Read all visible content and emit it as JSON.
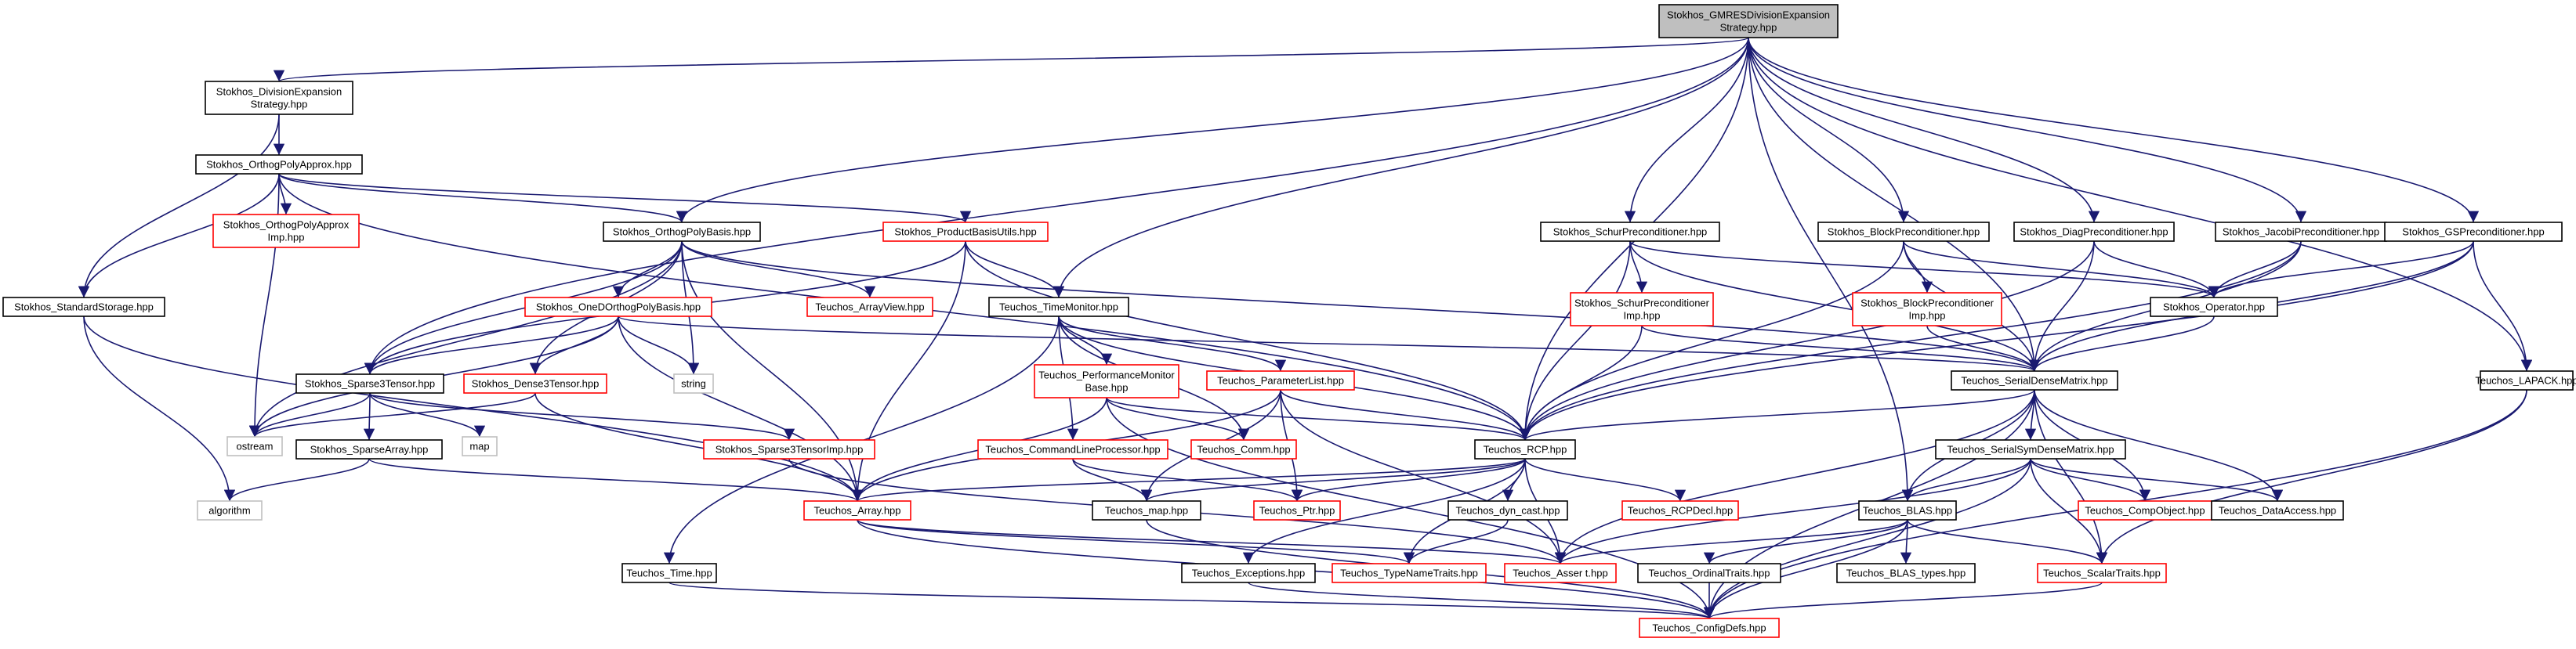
{
  "graph": {
    "nodes": [
      {
        "id": "root",
        "lines": [
          "Stokhos_GMRESDivisionExpansion",
          "Strategy.hpp"
        ],
        "style": "root"
      },
      {
        "id": "divexp",
        "lines": [
          "Stokhos_DivisionExpansion",
          "Strategy.hpp"
        ],
        "style": "black"
      },
      {
        "id": "orthopolyapprox",
        "lines": [
          "Stokhos_OrthogPolyApprox.hpp"
        ],
        "style": "black"
      },
      {
        "id": "orthopolyapproximp",
        "lines": [
          "Stokhos_OrthogPolyApprox",
          "Imp.hpp"
        ],
        "style": "red"
      },
      {
        "id": "standardstorage",
        "lines": [
          "Stokhos_StandardStorage.hpp"
        ],
        "style": "black"
      },
      {
        "id": "orthopolybasis",
        "lines": [
          "Stokhos_OrthogPolyBasis.hpp"
        ],
        "style": "black"
      },
      {
        "id": "productbasisutils",
        "lines": [
          "Stokhos_ProductBasisUtils.hpp"
        ],
        "style": "red"
      },
      {
        "id": "onedortho",
        "lines": [
          "Stokhos_OneDOrthogPolyBasis.hpp"
        ],
        "style": "red"
      },
      {
        "id": "arrayview",
        "lines": [
          "Teuchos_ArrayView.hpp"
        ],
        "style": "red"
      },
      {
        "id": "timemonitor",
        "lines": [
          "Teuchos_TimeMonitor.hpp"
        ],
        "style": "black"
      },
      {
        "id": "sparse3tensor",
        "lines": [
          "Stokhos_Sparse3Tensor.hpp"
        ],
        "style": "black"
      },
      {
        "id": "dense3tensor",
        "lines": [
          "Stokhos_Dense3Tensor.hpp"
        ],
        "style": "red"
      },
      {
        "id": "string",
        "lines": [
          "string"
        ],
        "style": "grey"
      },
      {
        "id": "ostream",
        "lines": [
          "ostream"
        ],
        "style": "grey"
      },
      {
        "id": "map",
        "lines": [
          "map"
        ],
        "style": "grey"
      },
      {
        "id": "algorithm",
        "lines": [
          "algorithm"
        ],
        "style": "grey"
      },
      {
        "id": "sparsearray",
        "lines": [
          "Stokhos_SparseArray.hpp"
        ],
        "style": "black"
      },
      {
        "id": "sparse3tensorimp",
        "lines": [
          "Stokhos_Sparse3TensorImp.hpp"
        ],
        "style": "red"
      },
      {
        "id": "perfmon",
        "lines": [
          "Teuchos_PerformanceMonitor",
          "Base.hpp"
        ],
        "style": "red"
      },
      {
        "id": "paramlist",
        "lines": [
          "Teuchos_ParameterList.hpp"
        ],
        "style": "red"
      },
      {
        "id": "cmdline",
        "lines": [
          "Teuchos_CommandLineProcessor.hpp"
        ],
        "style": "red"
      },
      {
        "id": "comm",
        "lines": [
          "Teuchos_Comm.hpp"
        ],
        "style": "red"
      },
      {
        "id": "rcp",
        "lines": [
          "Teuchos_RCP.hpp"
        ],
        "style": "black"
      },
      {
        "id": "rcpdecl",
        "lines": [
          "Teuchos_RCPDecl.hpp"
        ],
        "style": "red"
      },
      {
        "id": "array",
        "lines": [
          "Teuchos_Array.hpp"
        ],
        "style": "red"
      },
      {
        "id": "tmap",
        "lines": [
          "Teuchos_map.hpp"
        ],
        "style": "black"
      },
      {
        "id": "ptr",
        "lines": [
          "Teuchos_Ptr.hpp"
        ],
        "style": "red"
      },
      {
        "id": "dyncast",
        "lines": [
          "Teuchos_dyn_cast.hpp"
        ],
        "style": "black"
      },
      {
        "id": "time",
        "lines": [
          "Teuchos_Time.hpp"
        ],
        "style": "black"
      },
      {
        "id": "exceptions",
        "lines": [
          "Teuchos_Exceptions.hpp"
        ],
        "style": "black"
      },
      {
        "id": "typenametraits",
        "lines": [
          "Teuchos_TypeNameTraits.hpp"
        ],
        "style": "red"
      },
      {
        "id": "assert",
        "lines": [
          "Teuchos_Asser t.hpp"
        ],
        "style": "red"
      },
      {
        "id": "configdefs",
        "lines": [
          "Teuchos_ConfigDefs.hpp"
        ],
        "style": "red"
      },
      {
        "id": "schurprec",
        "lines": [
          "Stokhos_SchurPreconditioner.hpp"
        ],
        "style": "black"
      },
      {
        "id": "schurprecimp",
        "lines": [
          "Stokhos_SchurPreconditioner",
          "Imp.hpp"
        ],
        "style": "red"
      },
      {
        "id": "blockprec",
        "lines": [
          "Stokhos_BlockPreconditioner.hpp"
        ],
        "style": "black"
      },
      {
        "id": "blockprecimp",
        "lines": [
          "Stokhos_BlockPreconditioner",
          "Imp.hpp"
        ],
        "style": "red"
      },
      {
        "id": "diagprec",
        "lines": [
          "Stokhos_DiagPreconditioner.hpp"
        ],
        "style": "black"
      },
      {
        "id": "jacobiprec",
        "lines": [
          "Stokhos_JacobiPreconditioner.hpp"
        ],
        "style": "black"
      },
      {
        "id": "gsprec",
        "lines": [
          "Stokhos_GSPreconditioner.hpp"
        ],
        "style": "black"
      },
      {
        "id": "operator",
        "lines": [
          "Stokhos_Operator.hpp"
        ],
        "style": "black"
      },
      {
        "id": "serialdense",
        "lines": [
          "Teuchos_SerialDenseMatrix.hpp"
        ],
        "style": "black"
      },
      {
        "id": "lapack",
        "lines": [
          "Teuchos_LAPACK.hpp"
        ],
        "style": "black"
      },
      {
        "id": "serialsymdense",
        "lines": [
          "Teuchos_SerialSymDenseMatrix.hpp"
        ],
        "style": "black"
      },
      {
        "id": "blas",
        "lines": [
          "Teuchos_BLAS.hpp"
        ],
        "style": "black"
      },
      {
        "id": "compobject",
        "lines": [
          "Teuchos_CompObject.hpp"
        ],
        "style": "red"
      },
      {
        "id": "dataaccess",
        "lines": [
          "Teuchos_DataAccess.hpp"
        ],
        "style": "black"
      },
      {
        "id": "ordinaltraits",
        "lines": [
          "Teuchos_OrdinalTraits.hpp"
        ],
        "style": "black"
      },
      {
        "id": "blastypes",
        "lines": [
          "Teuchos_BLAS_types.hpp"
        ],
        "style": "black"
      },
      {
        "id": "scalartraits",
        "lines": [
          "Teuchos_ScalarTraits.hpp"
        ],
        "style": "red"
      }
    ],
    "edges": [
      [
        "root",
        "divexp"
      ],
      [
        "root",
        "orthopolybasis"
      ],
      [
        "root",
        "sparse3tensor"
      ],
      [
        "root",
        "timemonitor"
      ],
      [
        "root",
        "rcp"
      ],
      [
        "root",
        "schurprec"
      ],
      [
        "root",
        "blockprec"
      ],
      [
        "root",
        "diagprec"
      ],
      [
        "root",
        "jacobiprec"
      ],
      [
        "root",
        "gsprec"
      ],
      [
        "root",
        "serialdense"
      ],
      [
        "root",
        "blas"
      ],
      [
        "root",
        "lapack"
      ],
      [
        "divexp",
        "orthopolyapprox"
      ],
      [
        "divexp",
        "standardstorage"
      ],
      [
        "orthopolyapprox",
        "orthopolyapproximp"
      ],
      [
        "orthopolyapprox",
        "standardstorage"
      ],
      [
        "orthopolyapprox",
        "orthopolybasis"
      ],
      [
        "orthopolyapprox",
        "productbasisutils"
      ],
      [
        "orthopolyapprox",
        "ostream"
      ],
      [
        "orthopolyapprox",
        "rcp"
      ],
      [
        "standardstorage",
        "algorithm"
      ],
      [
        "standardstorage",
        "array"
      ],
      [
        "orthopolybasis",
        "onedortho"
      ],
      [
        "orthopolybasis",
        "sparse3tensor"
      ],
      [
        "orthopolybasis",
        "dense3tensor"
      ],
      [
        "orthopolybasis",
        "arrayview"
      ],
      [
        "orthopolybasis",
        "string"
      ],
      [
        "orthopolybasis",
        "ostream"
      ],
      [
        "orthopolybasis",
        "array"
      ],
      [
        "orthopolybasis",
        "serialdense"
      ],
      [
        "productbasisutils",
        "timemonitor"
      ],
      [
        "productbasisutils",
        "sparse3tensor"
      ],
      [
        "productbasisutils",
        "array"
      ],
      [
        "productbasisutils",
        "rcp"
      ],
      [
        "onedortho",
        "sparse3tensor"
      ],
      [
        "onedortho",
        "dense3tensor"
      ],
      [
        "onedortho",
        "string"
      ],
      [
        "onedortho",
        "ostream"
      ],
      [
        "onedortho",
        "array"
      ],
      [
        "onedortho",
        "serialdense"
      ],
      [
        "timemonitor",
        "perfmon"
      ],
      [
        "timemonitor",
        "paramlist"
      ],
      [
        "timemonitor",
        "cmdline"
      ],
      [
        "timemonitor",
        "comm"
      ],
      [
        "timemonitor",
        "time"
      ],
      [
        "timemonitor",
        "rcp"
      ],
      [
        "sparse3tensor",
        "ostream"
      ],
      [
        "sparse3tensor",
        "map"
      ],
      [
        "sparse3tensor",
        "sparsearray"
      ],
      [
        "sparse3tensor",
        "sparse3tensorimp"
      ],
      [
        "dense3tensor",
        "ostream"
      ],
      [
        "dense3tensor",
        "array"
      ],
      [
        "sparsearray",
        "algorithm"
      ],
      [
        "sparsearray",
        "array"
      ],
      [
        "sparse3tensorimp",
        "assert"
      ],
      [
        "perfmon",
        "comm"
      ],
      [
        "perfmon",
        "rcp"
      ],
      [
        "perfmon",
        "array"
      ],
      [
        "perfmon",
        "configdefs"
      ],
      [
        "paramlist",
        "rcp"
      ],
      [
        "paramlist",
        "tmap"
      ],
      [
        "paramlist",
        "ptr"
      ],
      [
        "paramlist",
        "array"
      ],
      [
        "paramlist",
        "assert"
      ],
      [
        "cmdline",
        "tmap"
      ],
      [
        "cmdline",
        "ptr"
      ],
      [
        "rcp",
        "rcpdecl"
      ],
      [
        "rcp",
        "ptr"
      ],
      [
        "rcp",
        "dyncast"
      ],
      [
        "rcp",
        "tmap"
      ],
      [
        "rcp",
        "array"
      ],
      [
        "rcp",
        "exceptions"
      ],
      [
        "rcp",
        "typenametraits"
      ],
      [
        "rcp",
        "assert"
      ],
      [
        "array",
        "configdefs"
      ],
      [
        "array",
        "typenametraits"
      ],
      [
        "array",
        "assert"
      ],
      [
        "tmap",
        "configdefs"
      ],
      [
        "dyncast",
        "typenametraits"
      ],
      [
        "time",
        "configdefs"
      ],
      [
        "exceptions",
        "configdefs"
      ],
      [
        "schurprec",
        "schurprecimp"
      ],
      [
        "schurprec",
        "rcp"
      ],
      [
        "schurprec",
        "operator"
      ],
      [
        "schurprec",
        "serialdense"
      ],
      [
        "schurprecimp",
        "rcp"
      ],
      [
        "schurprecimp",
        "serialdense"
      ],
      [
        "blockprec",
        "blockprecimp"
      ],
      [
        "blockprec",
        "rcp"
      ],
      [
        "blockprec",
        "operator"
      ],
      [
        "blockprec",
        "serialdense"
      ],
      [
        "blockprecimp",
        "serialdense"
      ],
      [
        "diagprec",
        "operator"
      ],
      [
        "diagprec",
        "serialdense"
      ],
      [
        "diagprec",
        "rcp"
      ],
      [
        "jacobiprec",
        "operator"
      ],
      [
        "jacobiprec",
        "serialdense"
      ],
      [
        "jacobiprec",
        "rcp"
      ],
      [
        "gsprec",
        "operator"
      ],
      [
        "gsprec",
        "serialdense"
      ],
      [
        "gsprec",
        "lapack"
      ],
      [
        "gsprec",
        "rcp"
      ],
      [
        "operator",
        "serialdense"
      ],
      [
        "serialdense",
        "serialsymdense"
      ],
      [
        "serialdense",
        "blas"
      ],
      [
        "serialdense",
        "compobject"
      ],
      [
        "serialdense",
        "dataaccess"
      ],
      [
        "serialdense",
        "scalartraits"
      ],
      [
        "serialdense",
        "configdefs"
      ],
      [
        "serialdense",
        "rcp"
      ],
      [
        "serialdense",
        "assert"
      ],
      [
        "serialsymdense",
        "blas"
      ],
      [
        "serialsymdense",
        "compobject"
      ],
      [
        "serialsymdense",
        "dataaccess"
      ],
      [
        "serialsymdense",
        "scalartraits"
      ],
      [
        "serialsymdense",
        "configdefs"
      ],
      [
        "serialsymdense",
        "assert"
      ],
      [
        "blas",
        "ordinaltraits"
      ],
      [
        "blas",
        "blastypes"
      ],
      [
        "blas",
        "scalartraits"
      ],
      [
        "blas",
        "configdefs"
      ],
      [
        "blas",
        "assert"
      ],
      [
        "ordinaltraits",
        "configdefs"
      ],
      [
        "scalartraits",
        "configdefs"
      ],
      [
        "lapack",
        "scalartraits"
      ],
      [
        "lapack",
        "configdefs"
      ]
    ]
  }
}
